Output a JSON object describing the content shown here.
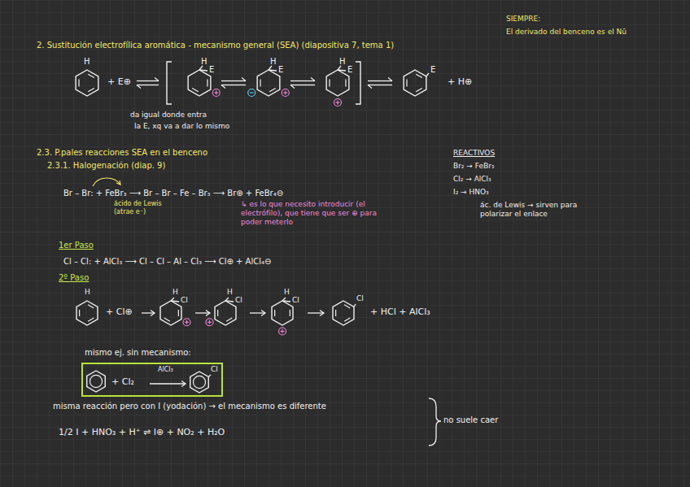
{
  "diagram": {
    "title": "2. Sustitución electrofílica aromática - mecanismo general (SEA) (diapositiva 7, tema 1)",
    "nodes": [
      {
        "text": [
          "+ Cl₂",
          "AlCl₃",
          "Cl"
        ]
      }
    ],
    "labels": [
      "SIEMPRE:",
      "El derivado del benceno es el Nū",
      "H",
      "+ E⊕",
      "H",
      "E",
      "H",
      "E",
      "H",
      "E",
      "E",
      "+ H⊕",
      "da igual donde entra",
      "la E, xq va a dar lo mismo",
      "2.3. P.pales reacciones SEA en el benceno",
      "2.3.1. Halogenación (diap. 9)",
      "REACTIVOS",
      "Br₂ → FeBr₃",
      "Cl₂ → AlCl₃",
      "I₂ → HNO₃",
      "ác. de Lewis → sirven para polarizar el enlace",
      "Br – Br: + FeBr₃ ⟶ Br – Br – Fe – Br₃ ⟶ Br⊕ + FeBr₄⊖",
      "ácido de Lewis (atrae e⁻)",
      "↳ es lo que necesito introducir (el electrófilo), que tiene que ser ⊕ para poder meterlo",
      "1er Paso",
      "Cl – Cl: + AlCl₃ ⟶ Cl – Cl – Al – Cl₃ ⟶ Cl⊕ + AlCl₄⊖",
      "2º Paso",
      "H",
      "+ Cl⊕",
      "H",
      "Cl",
      "H",
      "Cl",
      "H",
      "Cl",
      "Cl",
      "+ HCl + AlCl₃",
      "mismo ej. sin mecanismo:",
      "misma reacción pero con I (yodación) → el mecanismo es diferente",
      "1/2 I + HNO₃ + H⁺ ⇌ I⊕ + NO₂ + H₂O",
      "no suele caer"
    ]
  }
}
